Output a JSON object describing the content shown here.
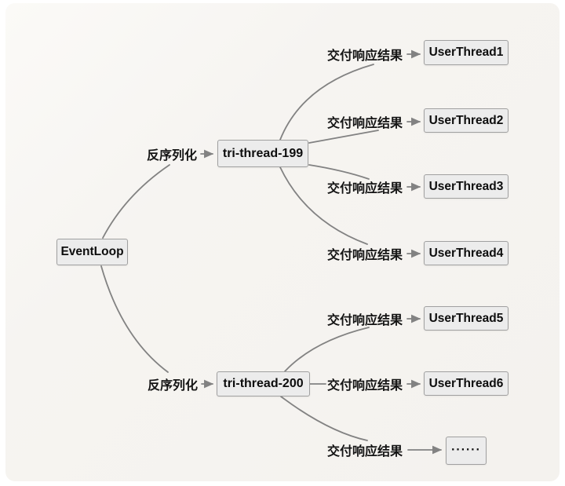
{
  "diagram": {
    "type": "mind-map flow diagram",
    "description": "EventLoop deserializes responses on two tri-thread workers which deliver response results to user threads"
  },
  "nodes": {
    "event_loop": {
      "label": "EventLoop"
    },
    "thread_199": {
      "label": "tri-thread-199"
    },
    "thread_200": {
      "label": "tri-thread-200"
    },
    "user_thread_1": {
      "label": "UserThread1"
    },
    "user_thread_2": {
      "label": "UserThread2"
    },
    "user_thread_3": {
      "label": "UserThread3"
    },
    "user_thread_4": {
      "label": "UserThread4"
    },
    "user_thread_5": {
      "label": "UserThread5"
    },
    "user_thread_6": {
      "label": "UserThread6"
    },
    "more_threads": {
      "label": "......"
    }
  },
  "edge_labels": {
    "deserialize": "反序列化",
    "deliver_result": "交付响应结果"
  },
  "edges": [
    {
      "from": "EventLoop",
      "to": "tri-thread-199",
      "label": "反序列化"
    },
    {
      "from": "EventLoop",
      "to": "tri-thread-200",
      "label": "反序列化"
    },
    {
      "from": "tri-thread-199",
      "to": "UserThread1",
      "label": "交付响应结果"
    },
    {
      "from": "tri-thread-199",
      "to": "UserThread2",
      "label": "交付响应结果"
    },
    {
      "from": "tri-thread-199",
      "to": "UserThread3",
      "label": "交付响应结果"
    },
    {
      "from": "tri-thread-199",
      "to": "UserThread4",
      "label": "交付响应结果"
    },
    {
      "from": "tri-thread-200",
      "to": "UserThread5",
      "label": "交付响应结果"
    },
    {
      "from": "tri-thread-200",
      "to": "UserThread6",
      "label": "交付响应结果"
    },
    {
      "from": "tri-thread-200",
      "to": "......",
      "label": "交付响应结果"
    }
  ],
  "colors": {
    "background": "#f5f3f0",
    "node_fill": "#ececec",
    "node_border": "#a0a0a0",
    "edge_line": "#828282",
    "text": "#111111"
  }
}
